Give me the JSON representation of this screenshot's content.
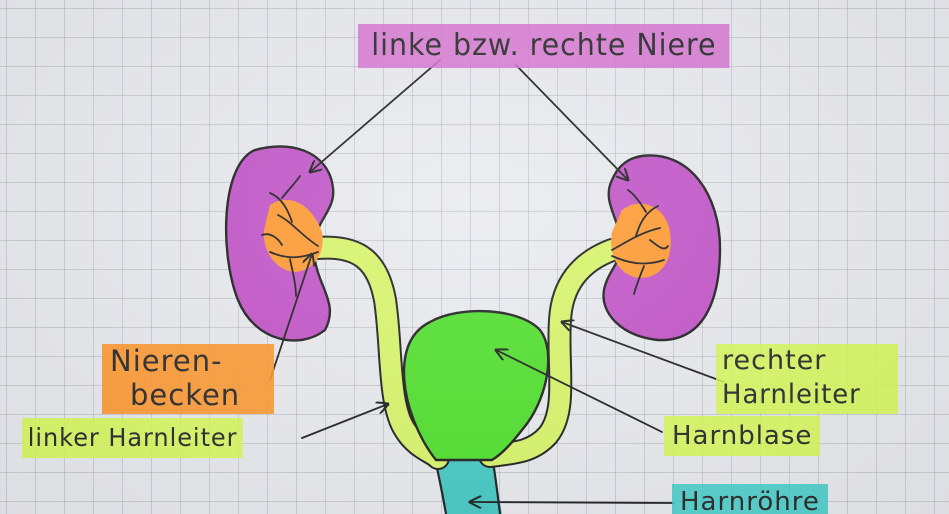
{
  "labels": {
    "kidneys": "linke bzw. rechte Niere",
    "renal_pelvis_line1": "Nieren-",
    "renal_pelvis_line2": "becken",
    "left_ureter": "linker Harnleiter",
    "right_ureter_line1": "rechter",
    "right_ureter_line2": "Harnleiter",
    "bladder": "Harnblase",
    "urethra": "Harnröhre"
  },
  "colors": {
    "kidney": "#c254c8",
    "renal_pelvis": "#ff9a32",
    "ureter": "#d8f56a",
    "bladder": "#4fe02c",
    "urethra": "#45c9c4",
    "ink": "#1e1e1e",
    "highlighter_pink": "#d66ed0",
    "highlighter_orange": "#ff9628",
    "highlighter_yellow": "#d6fa50",
    "highlighter_teal": "#3ccdc8"
  }
}
